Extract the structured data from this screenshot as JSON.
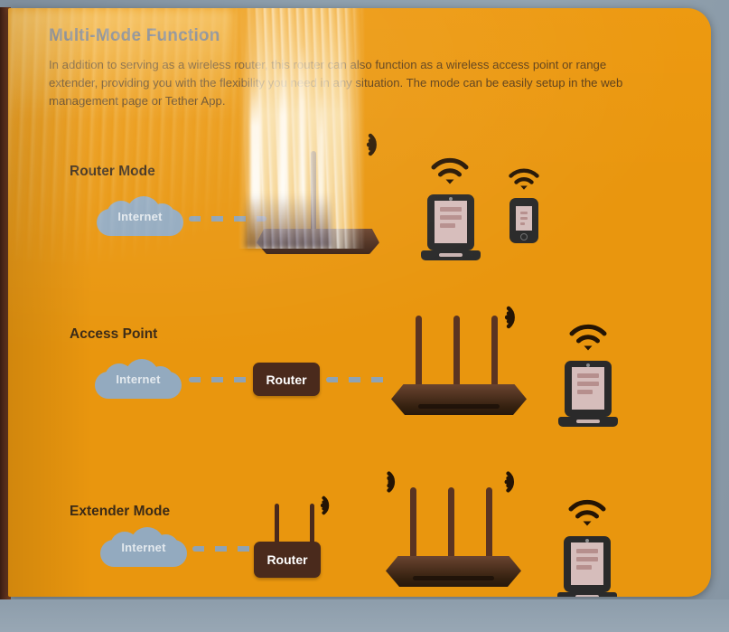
{
  "page": {
    "kind": "product-package-photo",
    "title": "Multi-Mode Function",
    "description": "In addition to serving as a wireless router, this router can also function as a wireless access point or range extender, providing you with the flexibility you need in any situation. The mode can be easily setup in the  web management page or Tether App."
  },
  "colors": {
    "panel_orange": "#E9960E",
    "title_blue": "#2F4F86",
    "body_text": "#4A3218",
    "cloud_blue": "#93AABF",
    "cloud_text": "#E3E9EE",
    "router_brown": "#4A2A1C",
    "dash_blue": "#8EA3B6",
    "wifi_icon": "#241404",
    "screen_pink": "#D6BDBB",
    "background_gray": "#8B9AA8"
  },
  "modes": [
    {
      "label": "Router Mode",
      "cloud": "Internet",
      "router_device": "1-antenna-router",
      "clients": [
        "laptop",
        "tablet"
      ],
      "links": [
        "dashed"
      ],
      "wifi_signals": 3
    },
    {
      "label": "Access Point",
      "cloud": "Internet",
      "upstream_box": "Router",
      "router_device": "3-antenna-router",
      "clients": [
        "laptop"
      ],
      "links": [
        "dashed",
        "dashed"
      ],
      "wifi_signals": 2
    },
    {
      "label": "Extender Mode",
      "cloud": "Internet",
      "upstream_box": "Router",
      "router_device": "3-antenna-router",
      "clients": [
        "laptop"
      ],
      "links": [
        "dashed"
      ],
      "wifi_signals": 4
    }
  ],
  "labels": {
    "internet": "Internet",
    "router_box": "Router"
  },
  "icons": {
    "wifi": "wifi-icon",
    "signal_right": "signal-waves-right-icon",
    "signal_left": "signal-waves-left-icon",
    "laptop": "laptop-icon",
    "tablet": "tablet-icon",
    "cloud": "cloud-icon",
    "router": "router-icon"
  }
}
